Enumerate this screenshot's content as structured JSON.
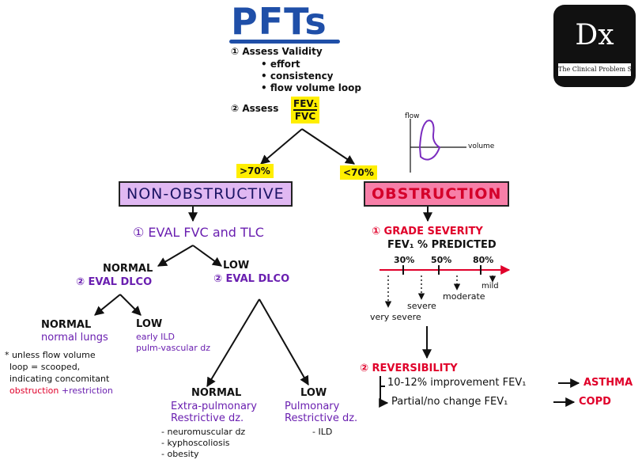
{
  "title": "PFTs",
  "logo": {
    "mark": "Dx",
    "tagline": "The Clinical Problem Solvers"
  },
  "step1": {
    "label": "① Assess Validity",
    "bullets": [
      "• effort",
      "• consistency",
      "• flow volume loop"
    ]
  },
  "step2": {
    "label": "② Assess",
    "ratio_top": "FEV₁",
    "ratio_bottom": "FVC"
  },
  "loop_plot": {
    "y_axis": "flow",
    "x_axis": "volume"
  },
  "gt70": ">70%",
  "lt70": "<70%",
  "non_obstructive": {
    "label": "NON-OBSTRUCTIVE",
    "eval": "① EVAL FVC and TLC",
    "normal_branch": {
      "head": "NORMAL",
      "eval": "② EVAL DLCO"
    },
    "low_branch": {
      "head": "LOW",
      "eval": "② EVAL DLCO"
    },
    "normal_normal": {
      "head": "NORMAL",
      "sub": "normal lungs"
    },
    "normal_low": {
      "head": "LOW",
      "sub1": "early ILD",
      "sub2": "pulm-vascular dz"
    },
    "note": {
      "line1": "* unless flow volume",
      "line2": "loop = scooped,",
      "line3": "indicating concomitant",
      "obstruction": "obstruction",
      "plus": "+",
      "restriction": "restriction"
    },
    "low_normal": {
      "head": "NORMAL",
      "sub1": "Extra-pulmonary",
      "sub2": "Restrictive dz.",
      "items": [
        "- neuromuscular dz",
        "- kyphoscoliosis",
        "- obesity"
      ]
    },
    "low_low": {
      "head": "LOW",
      "sub1": "Pulmonary",
      "sub2": "Restrictive dz.",
      "item": "- ILD"
    }
  },
  "obstruction": {
    "label": "OBSTRUCTION",
    "grade": "① GRADE SEVERITY",
    "fev_pred": "FEV₁ % PREDICTED",
    "ticks": [
      "30%",
      "50%",
      "80%"
    ],
    "labels": [
      "mild",
      "moderate",
      "severe",
      "very severe"
    ],
    "reversibility": "② REVERSIBILITY",
    "row1_text": "10-12% improvement FEV₁",
    "row1_dx": "ASTHMA",
    "row2_text": "Partial/no change  FEV₁",
    "row2_dx": "COPD"
  },
  "colors": {
    "title": "#1f4fa8",
    "purple": "#6a1fb0",
    "red": "#e0002a",
    "yellow": "#ffee00",
    "lavender": "#e0b8f2",
    "pink": "#f77fa8"
  }
}
